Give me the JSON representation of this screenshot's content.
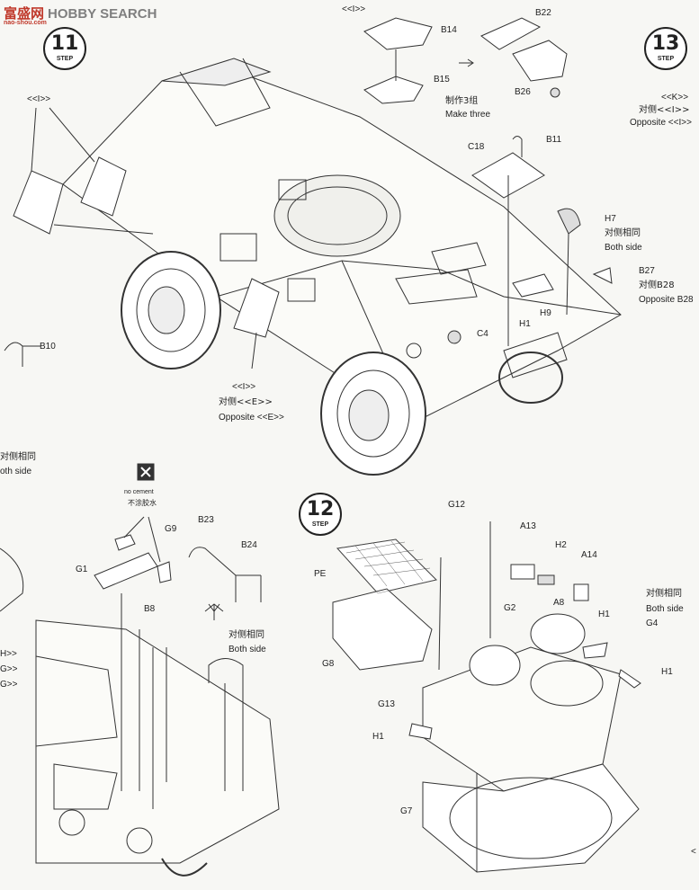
{
  "watermark": {
    "brand": "富盛网",
    "search": "HOBBY SEARCH",
    "site": "nao-shou.com"
  },
  "steps": [
    {
      "number": "11",
      "word": "STEP"
    },
    {
      "number": "12",
      "word": "STEP"
    },
    {
      "number": "13",
      "word": "STEP"
    }
  ],
  "labels": {
    "b14": "B14",
    "b15": "B15",
    "b22": "B22",
    "b26": "B26",
    "i_top": "<<I>>",
    "make_three_cn": "制作3组",
    "make_three_en": "Make three",
    "b11": "B11",
    "c18": "C18",
    "h7": "H7",
    "both_side_cn_1": "对侧相同",
    "both_side_en_1": "Both side",
    "b27": "B27",
    "opposite_b28_cn": "对侧B28",
    "opposite_b28_en": "Opposite B28",
    "h9": "H9",
    "h1_a": "H1",
    "c4": "C4",
    "b10": "B10",
    "i_left": "<<I>>",
    "i_mid": "<<I>>",
    "opposite_e_cn": "对侧<<E>>",
    "opposite_e_en": "Opposite <<E>>",
    "k_right": "<<K>>",
    "opposite_i_cn": "对侧<<I>>",
    "opposite_i_en": "Opposite <<I>>",
    "both_side_cn_left": "对侧相同",
    "both_side_en_left": "oth side",
    "no_cement_en": "no cement",
    "no_cement_cn": "不涂胶水",
    "g9": "G9",
    "g1": "G1",
    "b8": "B8",
    "b23": "B23",
    "b24": "B24",
    "both_side_cn_2": "对侧相同",
    "both_side_en_2": "Both side",
    "h_edge": "H>>",
    "g_edge_1": "G>>",
    "g_edge_2": "G>>",
    "g12": "G12",
    "pe": "PE",
    "g8": "G8",
    "a13": "A13",
    "h2": "H2",
    "a14": "A14",
    "g2": "G2",
    "a8": "A8",
    "h1_b": "H1",
    "both_side_cn_3": "对侧相同",
    "both_side_en_3": "Both side",
    "g4": "G4",
    "h1_c": "H1",
    "g13": "G13",
    "h1_d": "H1",
    "g7": "G7",
    "edge_right": "<"
  }
}
